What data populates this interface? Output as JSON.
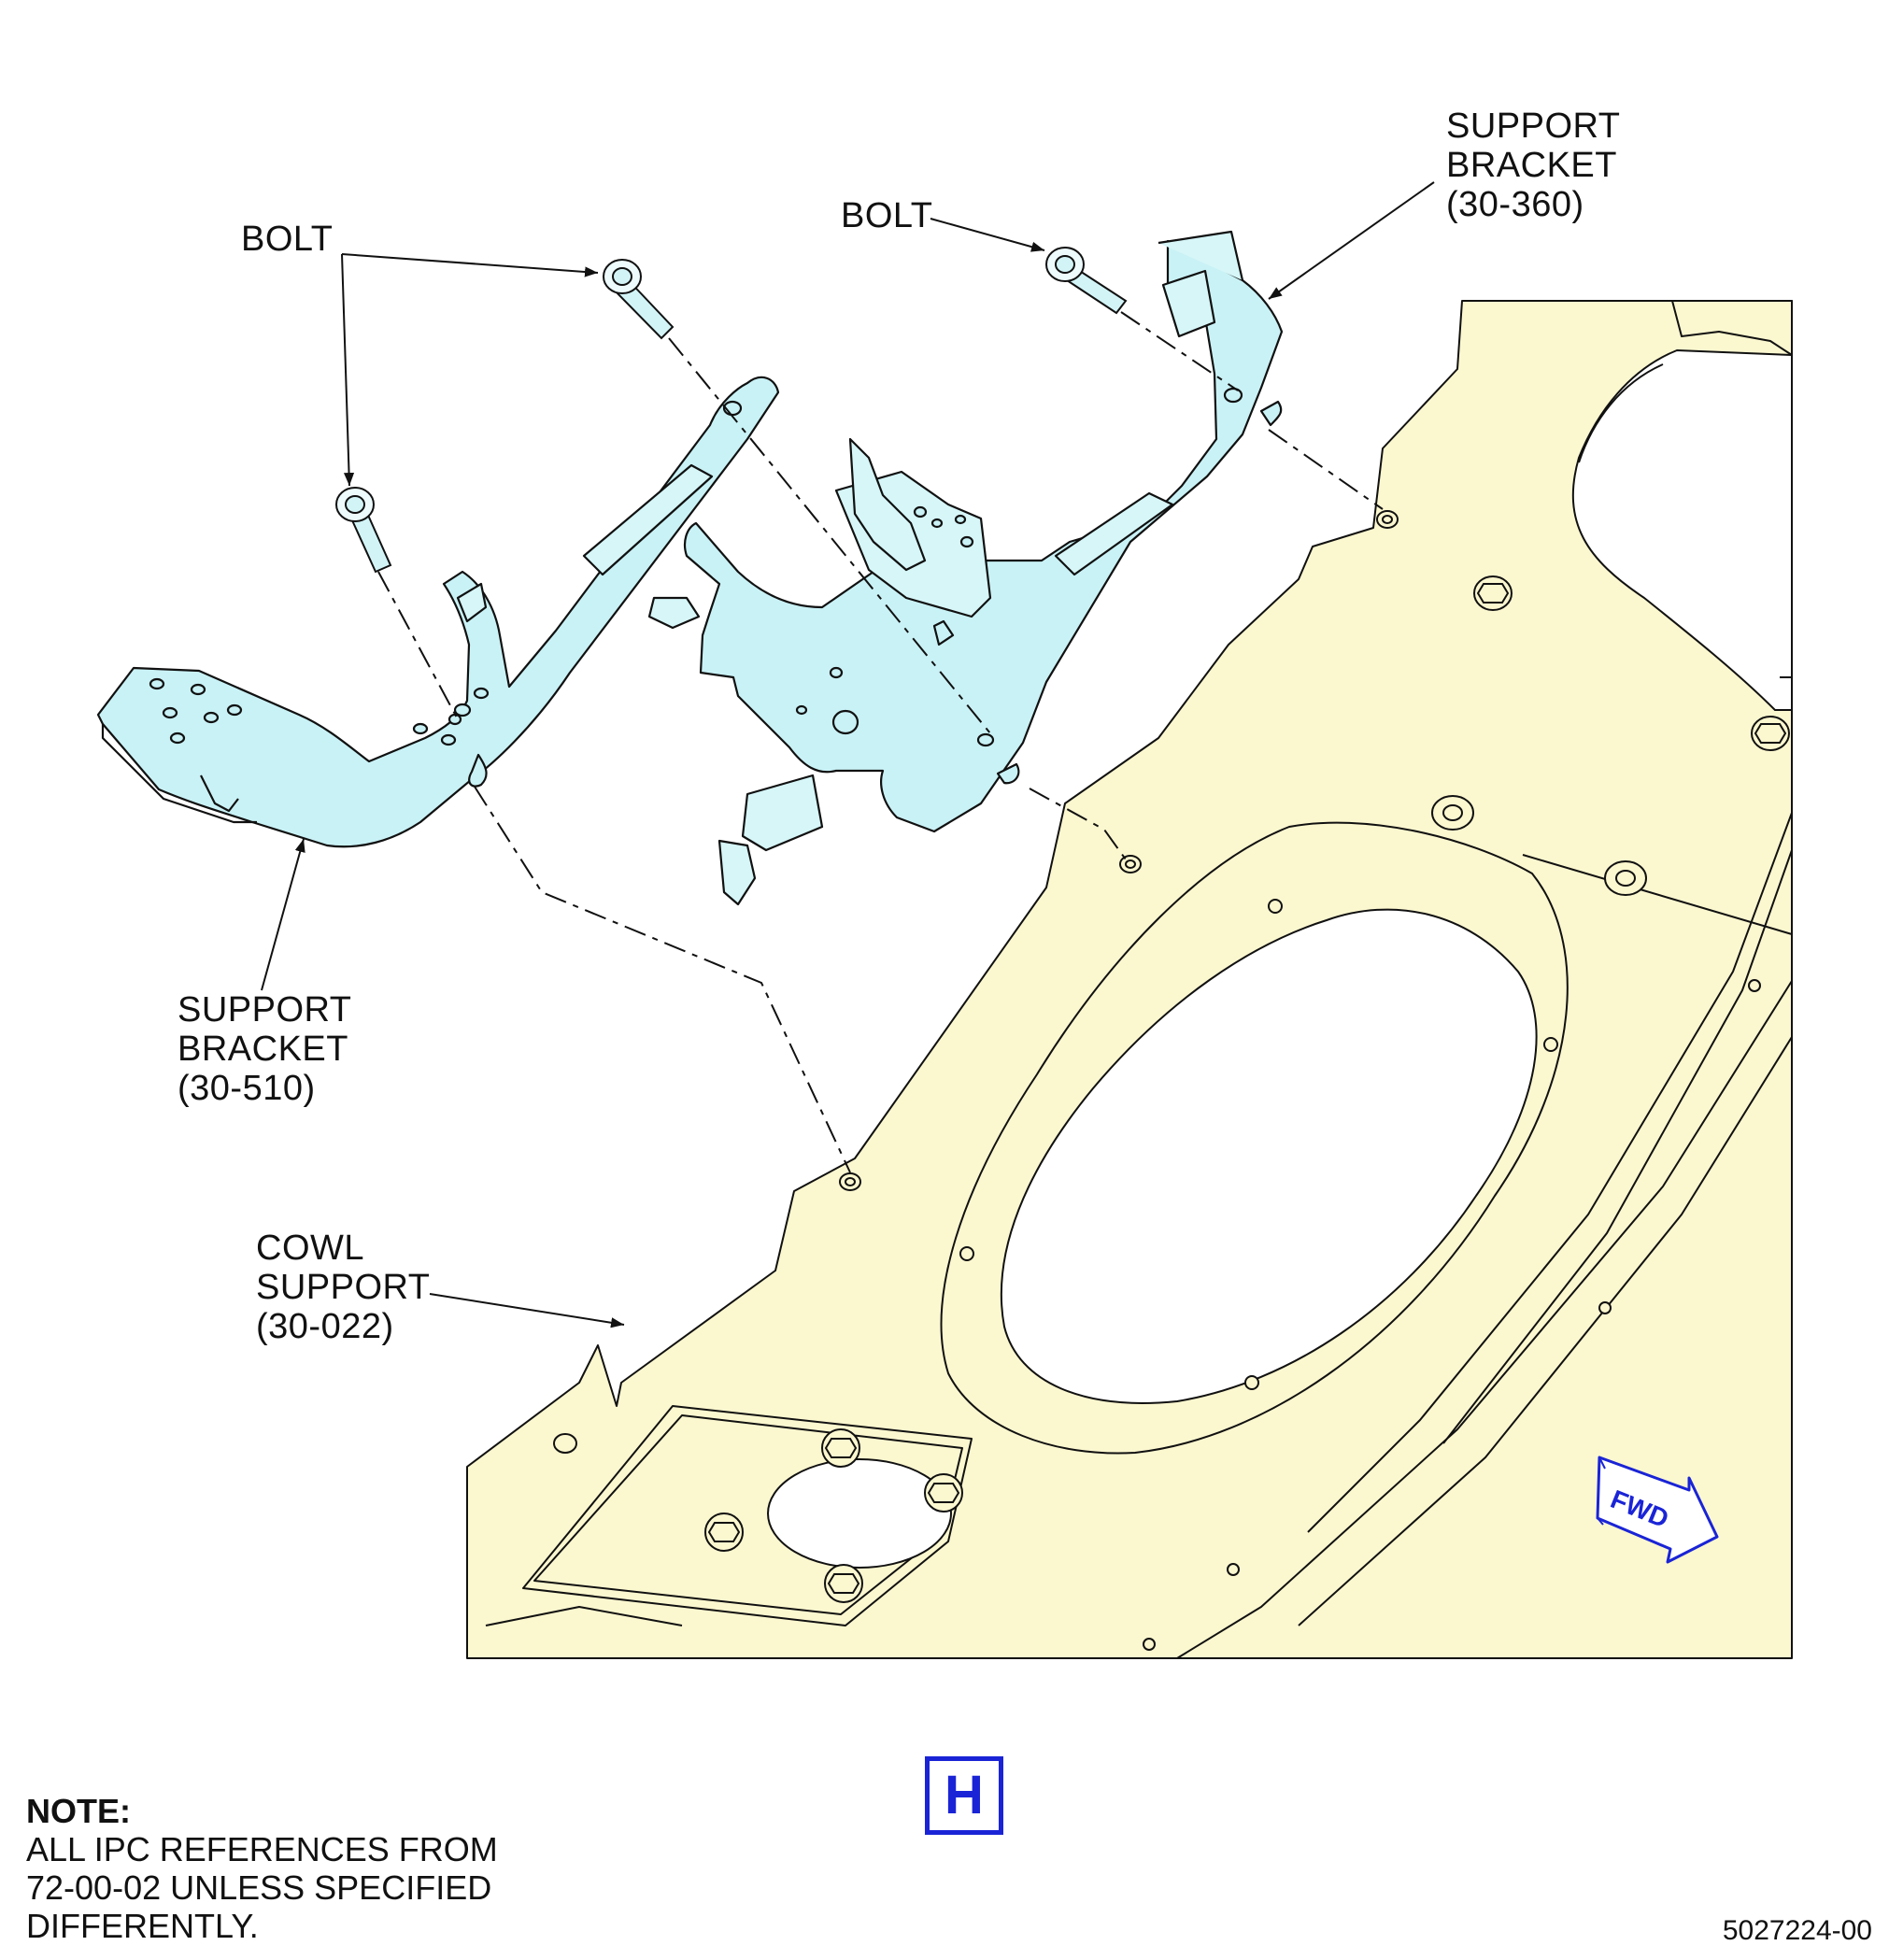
{
  "callouts": {
    "bolt_left": "BOLT",
    "bolt_right": "BOLT",
    "support_bracket_right": [
      "SUPPORT",
      "BRACKET",
      "(30-360)"
    ],
    "support_bracket_left": [
      "SUPPORT",
      "BRACKET",
      "(30-510)"
    ],
    "cowl_support": [
      "COWL",
      "SUPPORT",
      "(30-022)"
    ]
  },
  "fwd_arrow": "FWD",
  "view_letter": "H",
  "note": {
    "heading": "NOTE:",
    "lines": [
      "ALL IPC REFERENCES FROM",
      "72-00-02 UNLESS SPECIFIED",
      "DIFFERENTLY."
    ]
  },
  "figure_number": "5027224-00",
  "colors": {
    "cowl_fill": "#fbf7cf",
    "bracket_fill": "#c9f2f6",
    "bolt_fill": "#d2f4f7",
    "blue_accent": "#1a24d6",
    "line": "#111111"
  }
}
